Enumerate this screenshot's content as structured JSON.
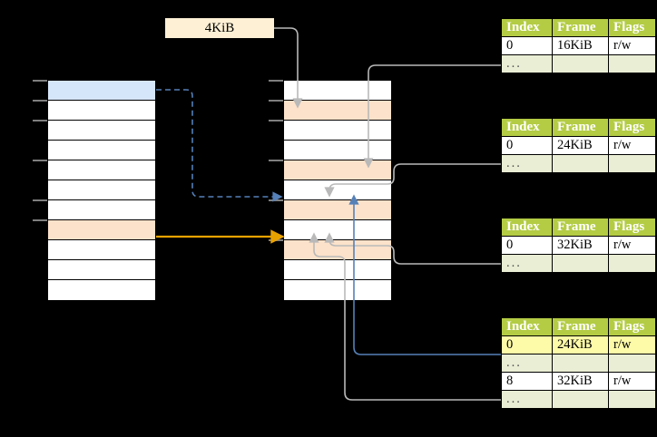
{
  "page": {
    "title": "Multi-level page table address translation diagram",
    "background": "#000000"
  },
  "colors": {
    "header_green": "#b3cc44",
    "dots_row": "#e9eed4",
    "highlight_yellow": "#fdfaa8",
    "highlight_orange": "#fce2ca",
    "highlight_blue": "#d6e6fa",
    "label_cream": "#fdf0d5",
    "arrow_gray": "#b9b9b9",
    "arrow_blue": "#5580b8",
    "arrow_orange": "#e8a200"
  },
  "size_label": {
    "text": "4KiB"
  },
  "left_column": {
    "name": "virtual-address-space",
    "rows": [
      {
        "label": "",
        "fill": "blue"
      },
      {
        "label": "",
        "fill": "white"
      },
      {
        "label": "",
        "fill": "white"
      },
      {
        "label": "",
        "fill": "white"
      },
      {
        "label": "",
        "fill": "white"
      },
      {
        "label": "",
        "fill": "white"
      },
      {
        "label": "",
        "fill": "white"
      },
      {
        "label": "",
        "fill": "orange"
      },
      {
        "label": "",
        "fill": "white"
      },
      {
        "label": "",
        "fill": "white"
      },
      {
        "label": "",
        "fill": "white"
      }
    ]
  },
  "middle_column": {
    "name": "physical-memory",
    "rows": [
      {
        "label": "",
        "fill": "white"
      },
      {
        "label": "",
        "fill": "orange"
      },
      {
        "label": "",
        "fill": "white"
      },
      {
        "label": "",
        "fill": "white"
      },
      {
        "label": "",
        "fill": "orange"
      },
      {
        "label": "",
        "fill": "white"
      },
      {
        "label": "",
        "fill": "orange"
      },
      {
        "label": "",
        "fill": "white"
      },
      {
        "label": "",
        "fill": "orange"
      },
      {
        "label": "",
        "fill": "white"
      },
      {
        "label": "",
        "fill": "white"
      }
    ]
  },
  "tables": [
    {
      "name": "page-table-1",
      "headers": [
        "Index",
        "Frame",
        "Flags"
      ],
      "rows": [
        {
          "cells": [
            "0",
            "16KiB",
            "r/w"
          ],
          "kind": "data",
          "highlight": []
        },
        {
          "cells": [
            "...",
            "",
            ""
          ],
          "kind": "dots",
          "highlight": []
        }
      ]
    },
    {
      "name": "page-table-2",
      "headers": [
        "Index",
        "Frame",
        "Flags"
      ],
      "rows": [
        {
          "cells": [
            "0",
            "24KiB",
            "r/w"
          ],
          "kind": "data",
          "highlight": []
        },
        {
          "cells": [
            "...",
            "",
            ""
          ],
          "kind": "dots",
          "highlight": []
        }
      ]
    },
    {
      "name": "page-table-3",
      "headers": [
        "Index",
        "Frame",
        "Flags"
      ],
      "rows": [
        {
          "cells": [
            "0",
            "32KiB",
            "r/w"
          ],
          "kind": "data",
          "highlight": []
        },
        {
          "cells": [
            "...",
            "",
            ""
          ],
          "kind": "dots",
          "highlight": []
        }
      ]
    },
    {
      "name": "page-table-4",
      "headers": [
        "Index",
        "Frame",
        "Flags"
      ],
      "rows": [
        {
          "cells": [
            "0",
            "24KiB",
            "r/w"
          ],
          "kind": "data",
          "highlight": [
            1,
            2
          ]
        },
        {
          "cells": [
            "...",
            "",
            ""
          ],
          "kind": "dots",
          "highlight": []
        },
        {
          "cells": [
            "8",
            "32KiB",
            "r/w"
          ],
          "kind": "data",
          "highlight": []
        },
        {
          "cells": [
            "...",
            "",
            ""
          ],
          "kind": "dots",
          "highlight": []
        }
      ]
    }
  ],
  "connectors": [
    {
      "name": "blue-dashed-virtual-to-physical",
      "style": "dashed",
      "color": "#5580b8"
    },
    {
      "name": "orange-solid-virtual-to-physical",
      "style": "solid",
      "color": "#e8a200"
    },
    {
      "name": "size-label-to-frame",
      "style": "solid",
      "color": "#b9b9b9"
    },
    {
      "name": "table1-to-frame",
      "style": "solid",
      "color": "#b9b9b9"
    },
    {
      "name": "table2-to-frame",
      "style": "solid",
      "color": "#b9b9b9"
    },
    {
      "name": "table3-to-frame",
      "style": "solid",
      "color": "#b9b9b9"
    },
    {
      "name": "table4-to-frame",
      "style": "solid",
      "color": "#5580b8"
    },
    {
      "name": "frame-to-table4-row8",
      "style": "solid",
      "color": "#b9b9b9"
    }
  ]
}
